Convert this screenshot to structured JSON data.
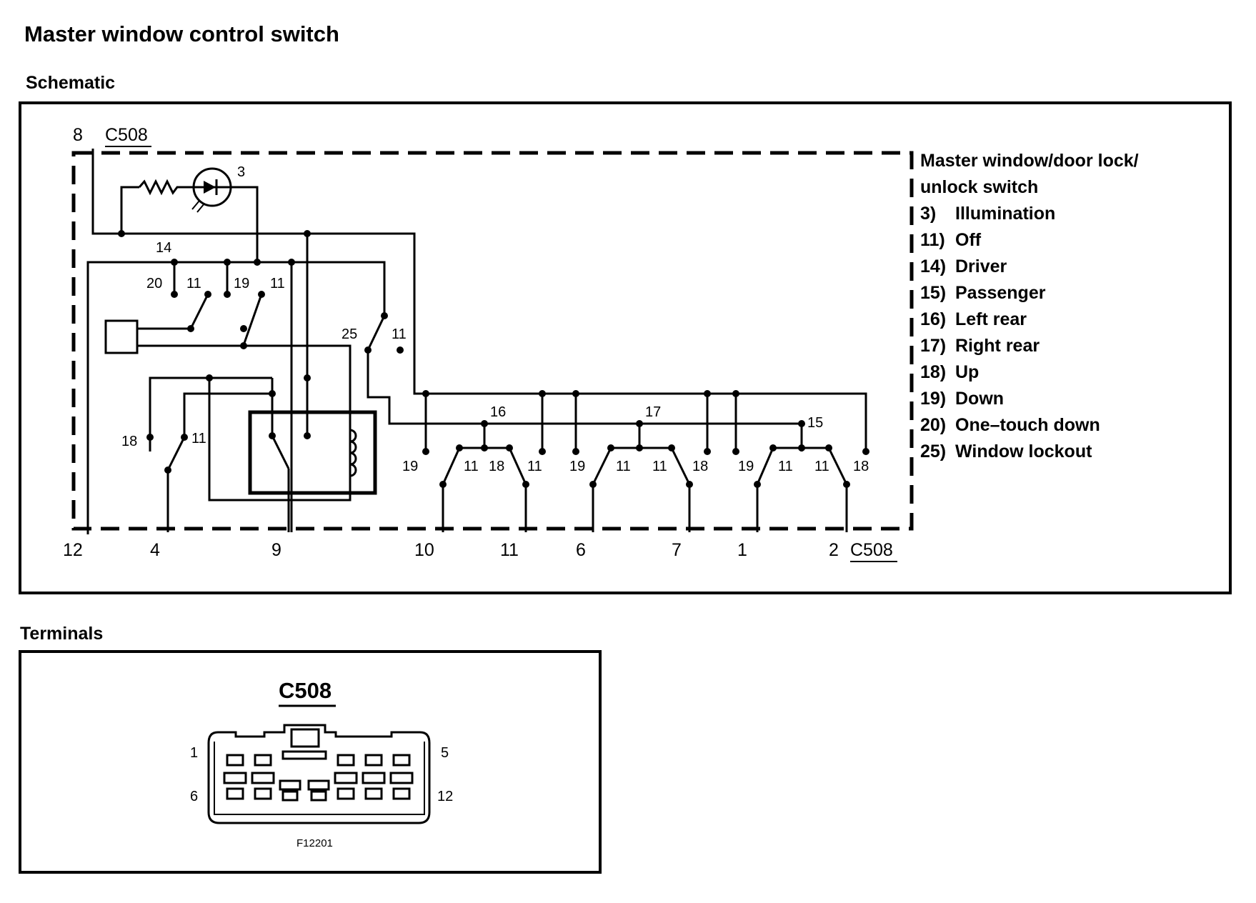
{
  "title": "Master window control switch",
  "schematic": {
    "heading": "Schematic",
    "connector_top": "C508",
    "connector_bottom": "C508",
    "top_pin": "8",
    "bottom_pins": [
      "12",
      "4",
      "9",
      "10",
      "11",
      "6",
      "7",
      "1",
      "2"
    ],
    "legend": {
      "title_line1": "Master window/door lock/",
      "title_line2": "unlock switch",
      "items": [
        {
          "num": "3)",
          "text": "Illumination"
        },
        {
          "num": "11)",
          "text": "Off"
        },
        {
          "num": "14)",
          "text": "Driver"
        },
        {
          "num": "15)",
          "text": "Passenger"
        },
        {
          "num": "16)",
          "text": "Left rear"
        },
        {
          "num": "17)",
          "text": "Right rear"
        },
        {
          "num": "18)",
          "text": "Up"
        },
        {
          "num": "19)",
          "text": "Down"
        },
        {
          "num": "20)",
          "text": "One–touch down"
        },
        {
          "num": "25)",
          "text": "Window lockout"
        }
      ]
    },
    "labels": {
      "illum": "3",
      "driver": "14",
      "onetouch": "20",
      "off_a": "11",
      "down_a": "19",
      "off_b": "11",
      "lockout": "25",
      "lockout_off": "11",
      "up_left": "18",
      "off_left": "11",
      "lr_num": "16",
      "rr_num": "17",
      "pass_num": "15",
      "g1": [
        "19",
        "11",
        "18",
        "11"
      ],
      "g2": [
        "19",
        "11",
        "11",
        "18"
      ],
      "g3": [
        "19",
        "11",
        "11",
        "18"
      ]
    }
  },
  "terminals": {
    "heading": "Terminals",
    "connector": "C508",
    "pin_top_left": "1",
    "pin_top_right": "5",
    "pin_bottom_left": "6",
    "pin_bottom_right": "12",
    "figure_id": "F12201"
  }
}
